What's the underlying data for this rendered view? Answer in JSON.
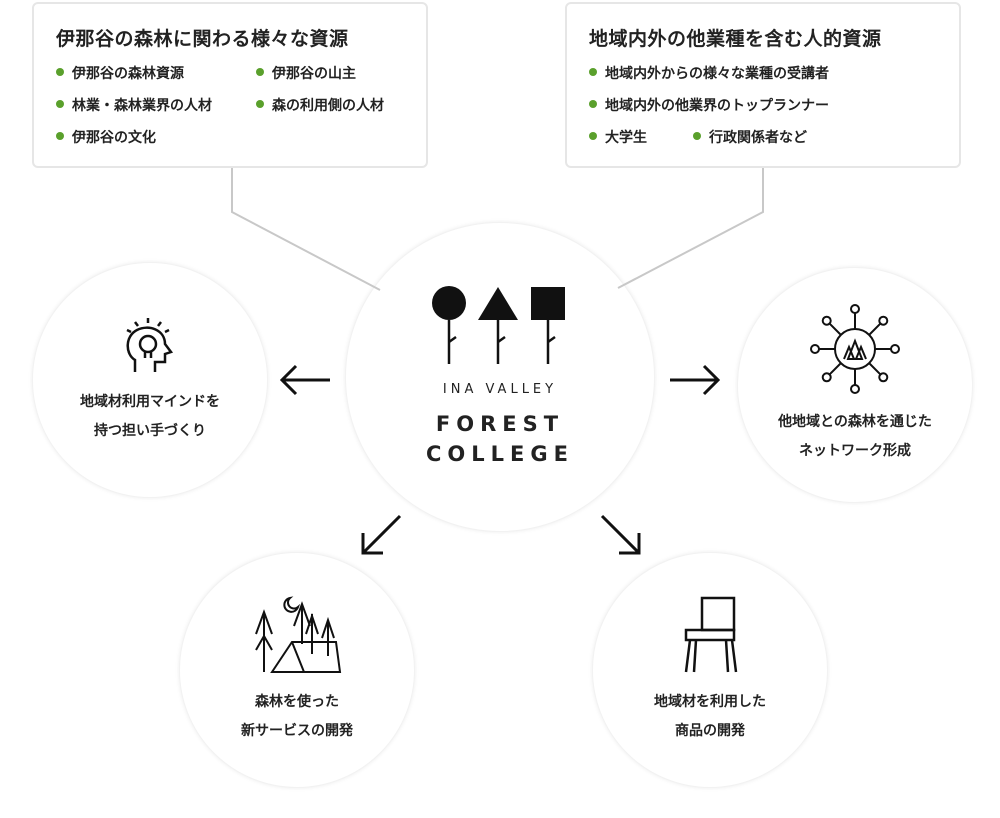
{
  "boxes": [
    {
      "title": "伊那谷の森林に関わる様々な資源",
      "items": [
        "伊那谷の森林資源",
        "伊那谷の山主",
        "林業・森林業界の人材",
        "森の利用側の人材",
        "伊那谷の文化"
      ]
    },
    {
      "title": "地域内外の他業種を含む人的資源",
      "items": [
        "地域内外からの様々な業種の受講者",
        "地域内外の他業界のトップランナー",
        "大学生",
        "行政関係者など"
      ]
    }
  ],
  "logo": {
    "line1": "INA VALLEY",
    "line2": "FOREST",
    "line3": "COLLEGE"
  },
  "outcomes": [
    {
      "line1": "地域材利用マインドを",
      "line2": "持つ担い手づくり",
      "icon": "mind-head-icon"
    },
    {
      "line1": "他地域との森林を通じた",
      "line2": "ネットワーク形成",
      "icon": "network-forest-icon"
    },
    {
      "line1": "森林を使った",
      "line2": "新サービスの開発",
      "icon": "camping-tent-icon"
    },
    {
      "line1": "地域材を利用した",
      "line2": "商品の開発",
      "icon": "chair-icon"
    }
  ],
  "colors": {
    "bullet": "#5aa02c"
  }
}
